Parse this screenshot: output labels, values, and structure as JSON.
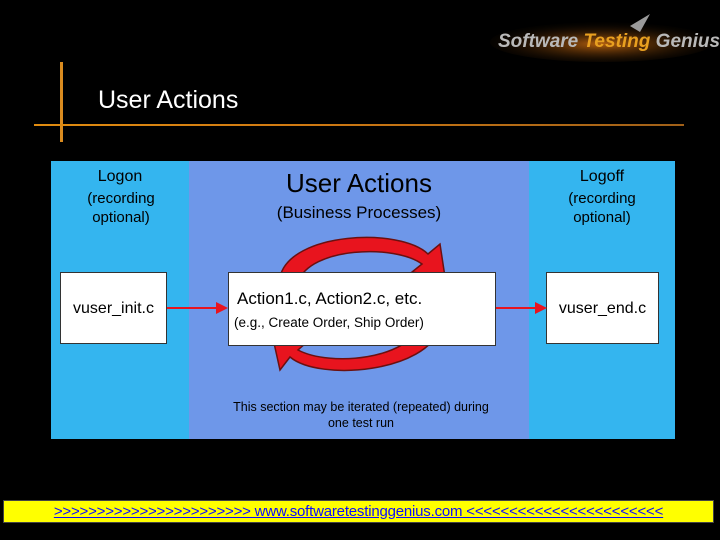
{
  "logo": {
    "brand_part1": "Software ",
    "brand_part2": "Testing",
    "brand_part3": " Genius"
  },
  "slide": {
    "title": "User Actions"
  },
  "diagram": {
    "logon": {
      "heading": "Logon",
      "note": "(recording optional)",
      "file": "vuser_init.c"
    },
    "user_actions": {
      "heading": "User Actions",
      "subheading": "(Business Processes)",
      "box_main": "Action1.c, Action2.c, etc.",
      "box_sub": "(e.g., Create Order, Ship Order)",
      "iteration_note": "This section may be iterated (repeated) during one test run"
    },
    "logoff": {
      "heading": "Logoff",
      "note": "(recording optional)",
      "file": "vuser_end.c"
    },
    "colors": {
      "side": "#34b5ef",
      "middle": "#6e97e9",
      "arrow": "#e8141e",
      "footer_bg": "#ffff00",
      "footer_text": "#0b0bff"
    }
  },
  "footer": {
    "text": ">>>>>>>>>>>>>>>>>>>>>>> www.softwaretestinggenius.com <<<<<<<<<<<<<<<<<<<<<<<"
  }
}
